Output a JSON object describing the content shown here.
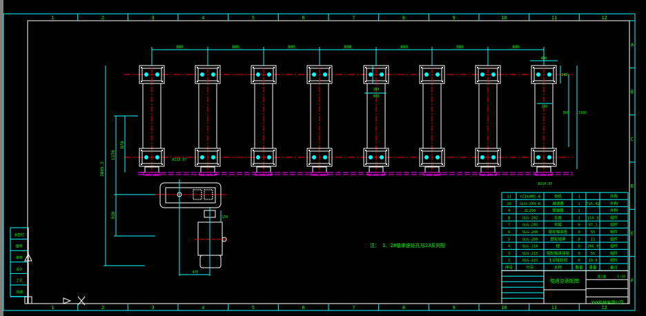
{
  "colors": {
    "frame": "#ffffff",
    "dim": "#00ffff",
    "text": "#00ff00",
    "center": "#ff0000",
    "shaft": "#ff00ff",
    "bg": "#000000"
  },
  "grid": {
    "columns": [
      "1",
      "2",
      "3",
      "4",
      "5",
      "6",
      "7",
      "8",
      "9",
      "10",
      "11",
      "12"
    ],
    "rows": [
      "A",
      "B",
      "C",
      "D",
      "E",
      "F"
    ]
  },
  "top_dimensions": [
    "800",
    "800",
    "800",
    "800",
    "800",
    "800",
    "800"
  ],
  "unit_dims": {
    "width": "400",
    "height": "240",
    "offset": "100",
    "inner": "160",
    "pitch": "500",
    "vertical": "1180",
    "shaft": "Ø210.07"
  },
  "left_dimensions": {
    "overall": "2805.3",
    "upper": "1370",
    "upper_inner": "870",
    "lower": "930"
  },
  "motor_dims": {
    "side": "150",
    "bottom": "475"
  },
  "note": "注：  1、2#轴承座钻孔与23系列配",
  "parts_table": {
    "rows": [
      [
        "11",
        "YZ160M2-6",
        "电机",
        "1",
        "",
        "外购"
      ],
      [
        "10",
        "SLG-2X4-8",
        "减速器",
        "1",
        "715.42",
        "外购"
      ],
      [
        "9",
        "ZL250",
        "联轴器",
        "1",
        "",
        "外购"
      ],
      [
        "8",
        "SLG-202",
        "支座",
        "1",
        "110.3",
        "组件"
      ],
      [
        "7",
        "SLG-205",
        "托辊",
        "8",
        "97.1",
        "组件"
      ],
      [
        "6",
        "SLG-206",
        "链轮轴承座",
        "8",
        "55",
        "组件"
      ],
      [
        "5",
        "SLG-208",
        "链轮轴承",
        "8",
        "11",
        "组件"
      ],
      [
        "4",
        "SLG-210",
        "链",
        "8",
        "206.9",
        "组件"
      ],
      [
        "3",
        "SLG-215",
        "链轮轴承座组",
        "8",
        "55",
        "组件"
      ],
      [
        "2",
        "SLG-222",
        "主动链轮组",
        "8",
        "10.9",
        "组件"
      ]
    ],
    "header": [
      "序号",
      "代号",
      "名称",
      "数量",
      "重量",
      "备注"
    ]
  },
  "title_block": {
    "title": "辊道总装配图",
    "company": "XXX机械有限公司",
    "scale": "1:10",
    "sheet": "共1张"
  },
  "side_table": [
    "会签栏",
    "图号",
    "审核",
    "设计",
    "工艺",
    "日期"
  ],
  "bottom_numbers": [
    "1",
    "2",
    "3",
    "4",
    "5",
    "6",
    "7",
    "8",
    "9",
    "10",
    "11",
    "12"
  ]
}
